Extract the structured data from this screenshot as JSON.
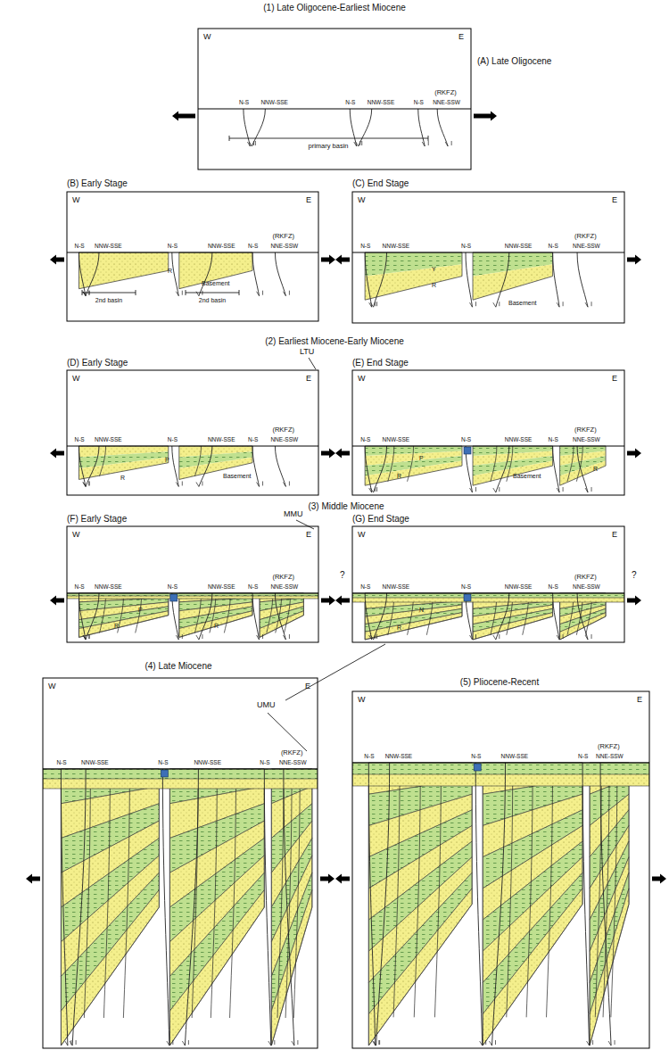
{
  "diagram": {
    "labels": [
      "(1) Late Oligocene-Earliest Miocene",
      "W",
      "E",
      "(A) Late Oligocene",
      "N-S",
      "NNW-SSE",
      "N-S",
      "NNW-SSE",
      "N-S",
      "NNE-SSW",
      "(RKFZ)",
      "primary basin",
      "(B) Early Stage",
      "W",
      "E",
      "N-S",
      "NNW-SSE",
      "N-S",
      "NNW-SSE",
      "N-S",
      "NNE-SSW",
      "(RKFZ)",
      "R",
      "Basement",
      "2nd basin",
      "2nd basin",
      "(C) End Stage",
      "W",
      "E",
      "N-S",
      "NNW-SSE",
      "N-S",
      "NNW-SSE",
      "N-S",
      "NNE-SSW",
      "(RKFZ)",
      "Y",
      "R",
      "Basement",
      "(2) Earliest Miocene-Early Miocene",
      "(D) Early Stage",
      "W",
      "E",
      "LTU",
      "N-S",
      "NNW-SSE",
      "N-S",
      "NNW-SSE",
      "N-S",
      "NNE-SSW",
      "(RKFZ)",
      "P",
      "R",
      "Basement",
      "(E) End Stage",
      "W",
      "E",
      "N-S",
      "NNW-SSE",
      "N-S",
      "NNW-SSE",
      "N-S",
      "NNE-SSW",
      "(RKFZ)",
      "P",
      "R",
      "R",
      "Basement",
      "(3) Middle Miocene",
      "(F) Early Stage",
      "W",
      "E",
      "MMU",
      "N-S",
      "NNW-SSE",
      "N-S",
      "NNW-SSE",
      "N-S",
      "NNE-SSW",
      "(RKFZ)",
      "P",
      "R",
      "R",
      "(G) End Stage",
      "W",
      "E",
      "?",
      "?",
      "N-S",
      "NNW-SSE",
      "N-S",
      "NNW-SSE",
      "N-S",
      "NNE-SSW",
      "(RKFZ)",
      "N",
      "R",
      "(4) Late Miocene",
      "(5) Pliocene-Recent",
      "UMU",
      "W",
      "E",
      "N-S",
      "NNW-SSE",
      "N-S",
      "NNW-SSE",
      "N-S",
      "NNE-SSW",
      "(RKFZ)",
      "W",
      "E",
      "N-S",
      "NNW-SSE",
      "N-S",
      "NNW-SSE",
      "N-S",
      "NNE-SSW",
      "(RKFZ)"
    ]
  }
}
